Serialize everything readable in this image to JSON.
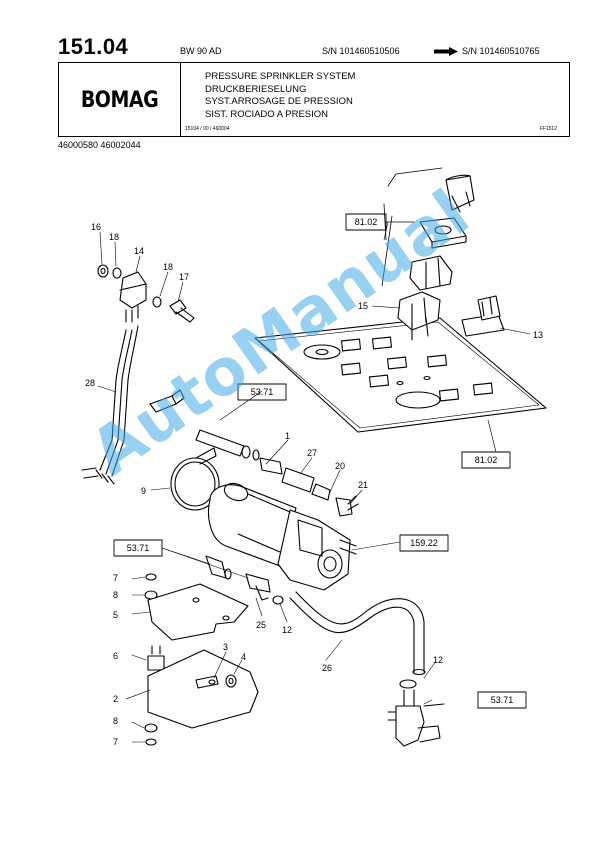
{
  "header": {
    "page_number": "151.04",
    "model": "BW 90 AD",
    "sn_from": "S/N 101460510506",
    "sn_to": "S/N 101460510765",
    "brand": "BOMAG",
    "titles": [
      "PRESSURE SPRINKLER SYSTEM",
      "DRUCKBERIESELUNG",
      "SYST.ARROSAGE DE PRESSION",
      "SIST. ROCIADO A PRESION"
    ],
    "ref_code": "15104 / 00 / 460004",
    "fig_code": "FF1512",
    "part_numbers": "46000580  46002044"
  },
  "diagram": {
    "callouts": [
      "16",
      "18",
      "14",
      "18",
      "17",
      "15",
      "13",
      "28",
      "1",
      "27",
      "20",
      "21",
      "9",
      "7",
      "8",
      "5",
      "6",
      "3",
      "4",
      "2",
      "8",
      "7",
      "25",
      "12",
      "26",
      "12"
    ],
    "refs": [
      "81.02",
      "81.02",
      "53.71",
      "53.71",
      "159.22",
      "53.71"
    ]
  },
  "watermark": "AutoManual"
}
